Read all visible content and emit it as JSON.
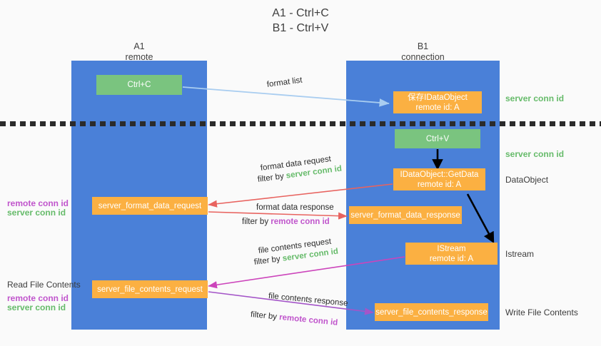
{
  "title": {
    "line1": "A1 - Ctrl+C",
    "line2": "B1 - Ctrl+V"
  },
  "lanes": [
    {
      "id": "a1",
      "name": "A1",
      "sub": "remote"
    },
    {
      "id": "b1",
      "name": "B1",
      "sub": "connection"
    }
  ],
  "nodes": {
    "ctrl_c": {
      "line1": "Ctrl+C",
      "line2": ""
    },
    "save_idataobject": {
      "line1": "保存IDataObject",
      "line2": "remote id: A"
    },
    "ctrl_v": {
      "line1": "Ctrl+V",
      "line2": ""
    },
    "getdata": {
      "line1": "IDataObject::GetData",
      "line2": "remote id: A"
    },
    "fmt_data_request": {
      "line1": "server_format_data_request",
      "line2": ""
    },
    "fmt_data_response": {
      "line1": "server_format_data_response",
      "line2": ""
    },
    "istream": {
      "line1": "IStream",
      "line2": "remote id: A"
    },
    "file_contents_request": {
      "line1": "server_file_contents_request",
      "line2": ""
    },
    "file_contents_response": {
      "line1": "server_file_contents_response",
      "line2": ""
    }
  },
  "right_labels": {
    "server_conn_id_1": "server conn id",
    "server_conn_id_2": "server conn id",
    "dataobject": "DataObject",
    "istream": "Istream",
    "write_file_contents": "Write File Contents"
  },
  "left_labels": {
    "remote_conn_id_1": "remote conn id",
    "server_conn_id_1": "server conn id",
    "read_file_contents": "Read File Contents",
    "remote_conn_id_2": "remote conn id",
    "server_conn_id_2": "server conn id"
  },
  "edge_labels": {
    "format_list": "format list",
    "format_data_request": "format data request",
    "filter_by_1_prefix": "filter by ",
    "filter_by_1_value": "server conn id",
    "format_data_response": "format data response",
    "filter_by_2_prefix": "filter by ",
    "filter_by_2_value": "remote conn id",
    "file_contents_request": "file contents request",
    "filter_by_3_prefix": "filter by ",
    "filter_by_3_value": "server conn id",
    "file_contents_response": "file contents response",
    "filter_by_4_prefix": "filter by ",
    "filter_by_4_value": "remote conn id"
  },
  "colors": {
    "lane_blue": "#4a80d8",
    "node_green": "#7ac47f",
    "node_orange": "#fbb042",
    "green_text": "#66bb6a",
    "purple_text": "#c055cc",
    "arrow_light_blue": "#a9cdf0",
    "arrow_red": "#e8635f",
    "arrow_magenta": "#cc44bb",
    "arrow_purple": "#a455c8",
    "arrow_black": "#000000",
    "background": "#fafafa"
  }
}
